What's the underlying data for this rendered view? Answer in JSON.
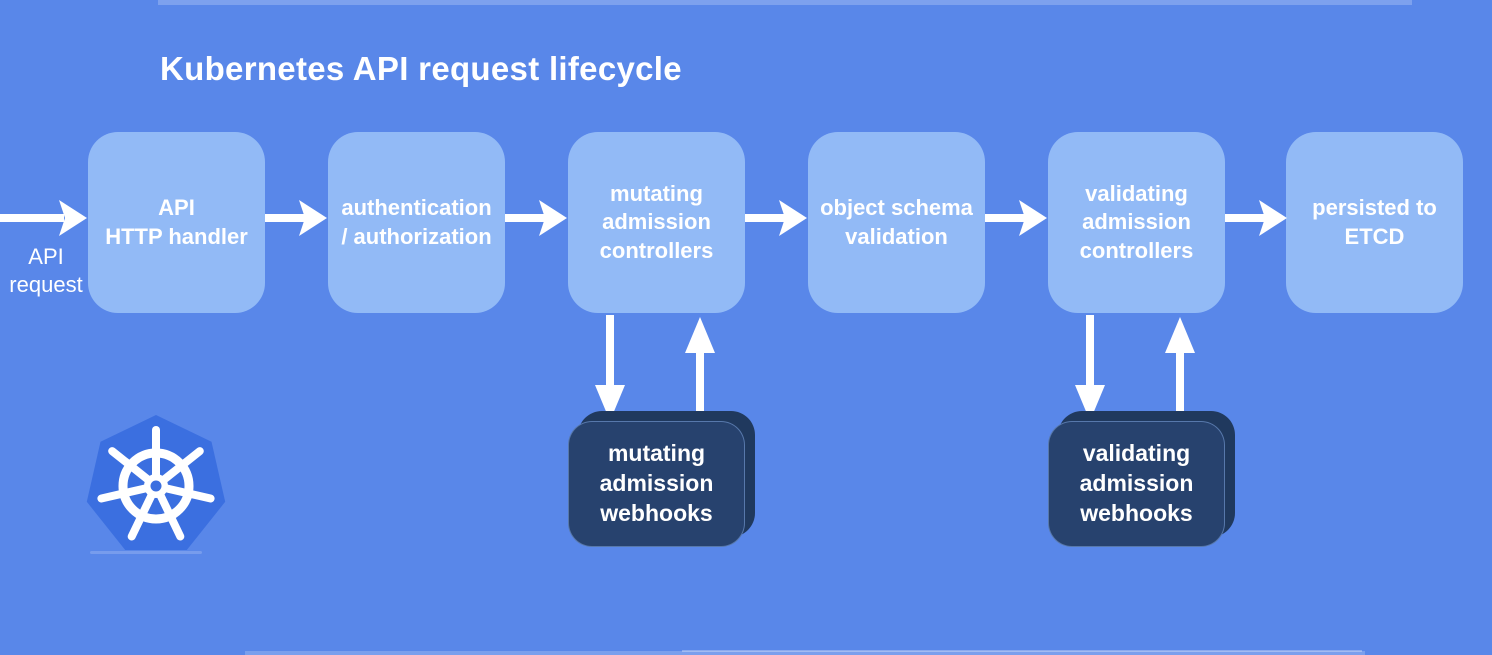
{
  "title": "Kubernetes API request lifecycle",
  "entry_label": "API\nrequest",
  "flow": [
    {
      "label": "API\nHTTP handler"
    },
    {
      "label": "authentication\n/ authorization"
    },
    {
      "label": "mutating\nadmission\ncontrollers"
    },
    {
      "label": "object schema\nvalidation"
    },
    {
      "label": "validating\nadmission\ncontrollers"
    },
    {
      "label": "persisted to\nETCD"
    }
  ],
  "webhooks": [
    {
      "label": "mutating\nadmission\nwebhooks"
    },
    {
      "label": "validating\nadmission\nwebhooks"
    }
  ],
  "icons": {
    "logo": "kubernetes-helm-wheel",
    "flow_connector": "arrow-right",
    "webhook_call": "arrow-down",
    "webhook_response": "arrow-up"
  },
  "colors": {
    "background": "#5987E9",
    "flow_box": "#92BAF6",
    "webhook_box": "#27426E",
    "webhook_box_back": "#20395E",
    "kubernetes_blue": "#3B6FE0",
    "text_and_arrows": "#FFFFFF"
  }
}
